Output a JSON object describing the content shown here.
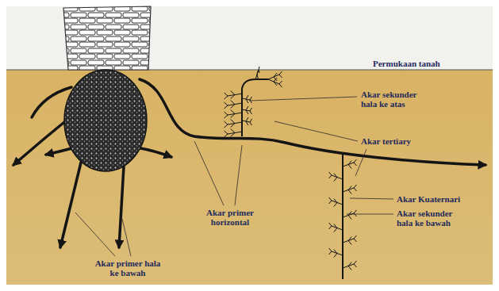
{
  "diagram": {
    "labels": [
      "Permukaan tanah",
      "Akar sekunder hala ke atas",
      "Akar tertiary",
      "Akar primer horizontal",
      "Akar Kuaternari",
      "Akar sekunder hala ke bawah",
      "Akar primer hala ke bawah"
    ]
  }
}
